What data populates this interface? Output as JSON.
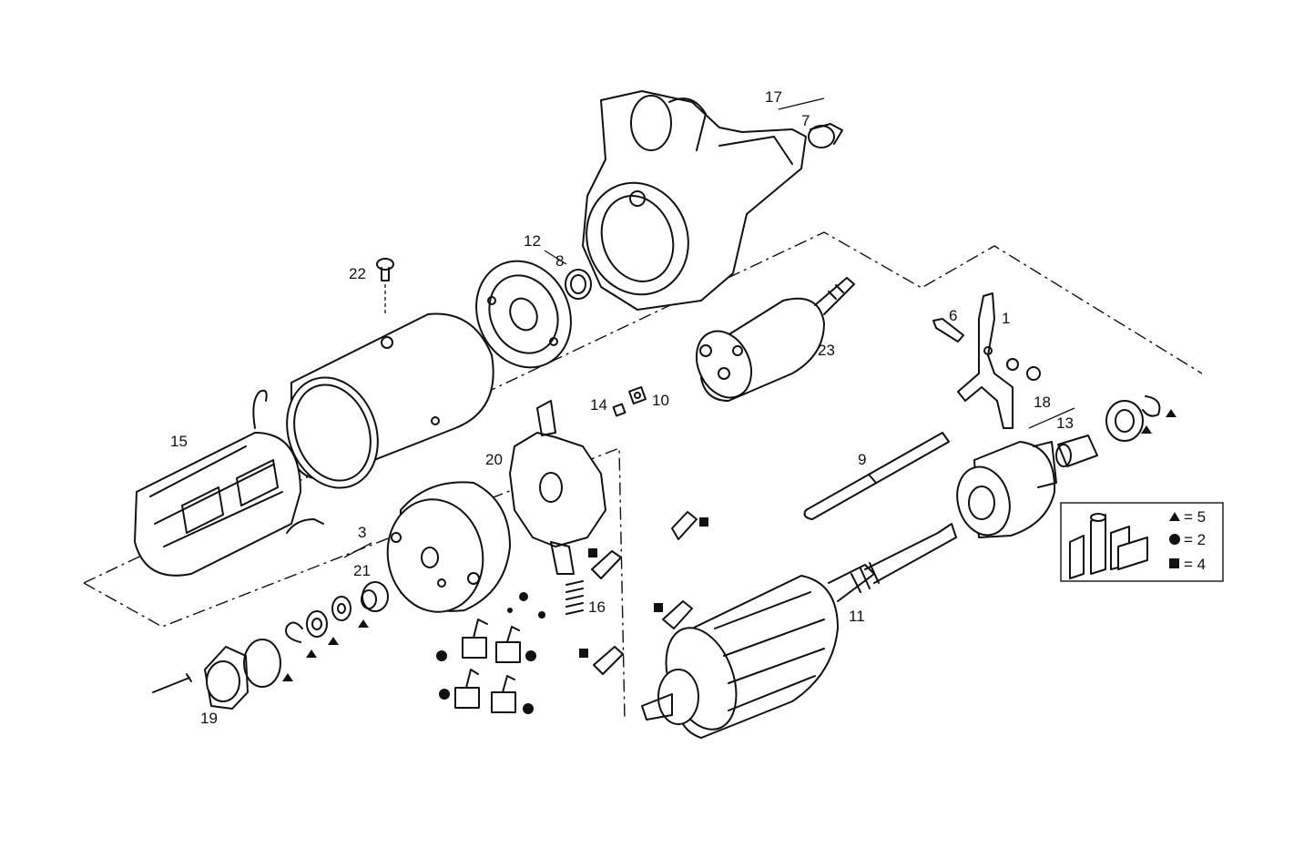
{
  "callouts": {
    "c1": "1",
    "c3": "3",
    "c6": "6",
    "c7": "7",
    "c8": "8",
    "c9": "9",
    "c10": "10",
    "c11": "11",
    "c12": "12",
    "c13": "13",
    "c14": "14",
    "c15": "15",
    "c16": "16",
    "c17": "17",
    "c18": "18",
    "c19": "19",
    "c20": "20",
    "c21": "21",
    "c22": "22",
    "c23": "23"
  },
  "legend": {
    "triangle": "= 5",
    "circle": "= 2",
    "square": "= 4"
  },
  "colors": {
    "line": "#111111",
    "background": "#ffffff"
  }
}
